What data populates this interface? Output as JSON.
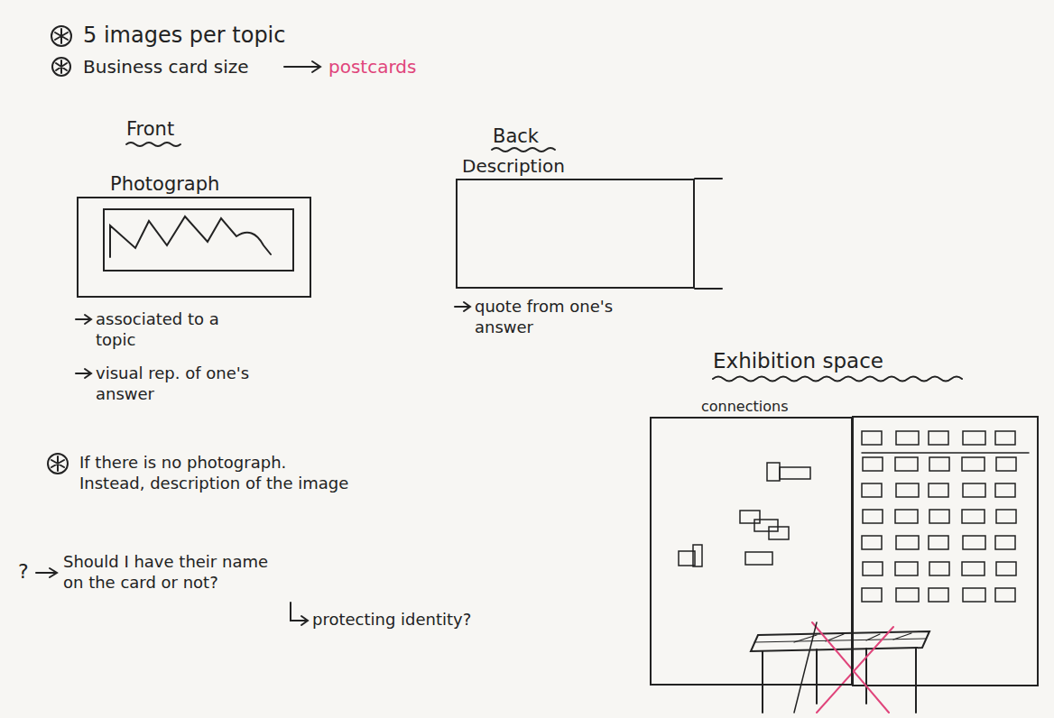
{
  "diagram": {
    "nodes": [
      {
        "text": [
          "Photograph"
        ]
      },
      {
        "text": [
          "Description"
        ]
      },
      {
        "text": [
          "connections"
        ]
      }
    ],
    "labels": [
      "5 images per topic",
      "Business card size",
      "postcards",
      "Front",
      "associated to a topic",
      "visual rep. of one's answer",
      "Back",
      "quote from one's answer",
      "Exhibition space",
      "If there is no photograph. Instead, description of the image",
      "?",
      "Should I have their name on the card or not?",
      "protecting identity?"
    ]
  }
}
